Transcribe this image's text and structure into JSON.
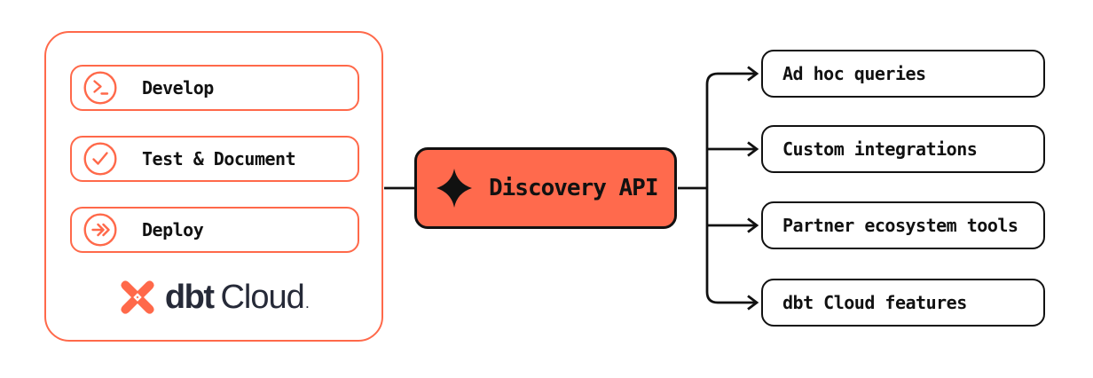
{
  "colors": {
    "accent": "#FF694A",
    "hub_fill": "#FF6A4D",
    "line": "#111111",
    "ink": "#111111",
    "navy": "#262A38",
    "bg": "#FFFFFF"
  },
  "panel": {
    "stages": [
      {
        "label": "Develop",
        "icon": "terminal-prompt-icon"
      },
      {
        "label": "Test & Document",
        "icon": "check-circle-icon"
      },
      {
        "label": "Deploy",
        "icon": "double-arrow-circle-icon"
      }
    ],
    "logo": {
      "mark": "dbt-logo-mark-icon",
      "bold": "dbt",
      "regular": "Cloud",
      "trademark": "."
    }
  },
  "hub": {
    "label": "Discovery API",
    "icon": "sparkle-icon"
  },
  "consumers": [
    {
      "label": "Ad hoc queries"
    },
    {
      "label": "Custom integrations"
    },
    {
      "label": "Partner ecosystem tools"
    },
    {
      "label": "dbt Cloud features"
    }
  ]
}
